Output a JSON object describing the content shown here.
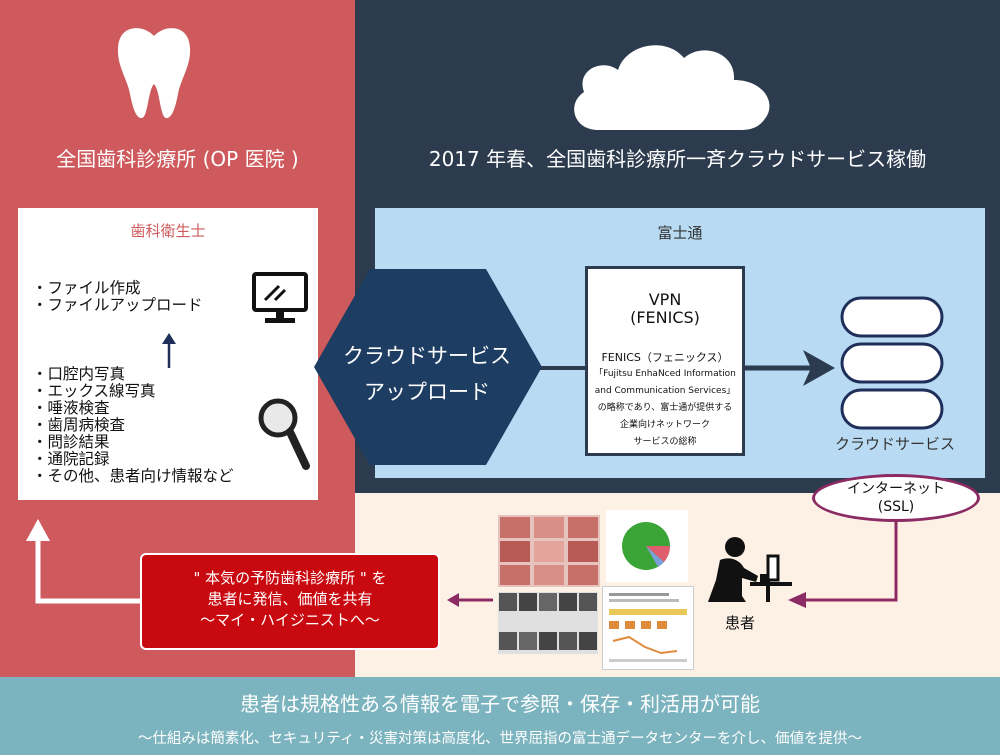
{
  "left_title": "全国歯科診療所 (OP 医院 )",
  "right_title": "2017 年春、全国歯科診療所一斉クラウドサービス稼働",
  "hygienist": {
    "title": "歯科衛生士",
    "upper_list": [
      "・ファイル作成",
      "・ファイルアップロード"
    ],
    "lower_list": [
      "・口腔内写真",
      "・エックス線写真",
      "・唾液検査",
      "・歯周病検査",
      "・問診結果",
      "・通院記録",
      "・その他、患者向け情報など"
    ]
  },
  "upload": {
    "line1": "クラウドサービス",
    "line2": "アップロード"
  },
  "fujitsu": {
    "title": "富士通",
    "vpn_line1": "VPN",
    "vpn_line2": "(FENICS)",
    "fenics_lines": [
      "FENICS（フェニックス）",
      "「Fujitsu EnhaNced Information",
      "and Communication Services」",
      "の略称であり、富士通が提供する",
      "企業向けネットワーク",
      "サービスの総称"
    ]
  },
  "cloud_service_label": "クラウドサービス",
  "internet": {
    "line1": "インターネット",
    "line2": "(SSL)"
  },
  "patient_label": "患者",
  "message": {
    "line1": "\" 本気の予防歯科診療所 \" を",
    "line2": "患者に発信、価値を共有",
    "line3": "〜マイ・ハイジニストへ〜"
  },
  "bottom": {
    "main": "患者は規格性ある情報を電子で参照・保存・利活用が可能",
    "sub": "〜仕組みは簡素化、セキュリティ・災害対策は高度化、世界屈指の富士通データセンターを介し、価値を提供〜"
  },
  "colors": {
    "left_panel": "#cf5a5d",
    "right_panel": "#2d3b4e",
    "fujitsu_box": "#b8dbf3",
    "accent_purple": "#8c2a63",
    "message_red": "#c80910",
    "bottom_band": "#7bb3be"
  }
}
